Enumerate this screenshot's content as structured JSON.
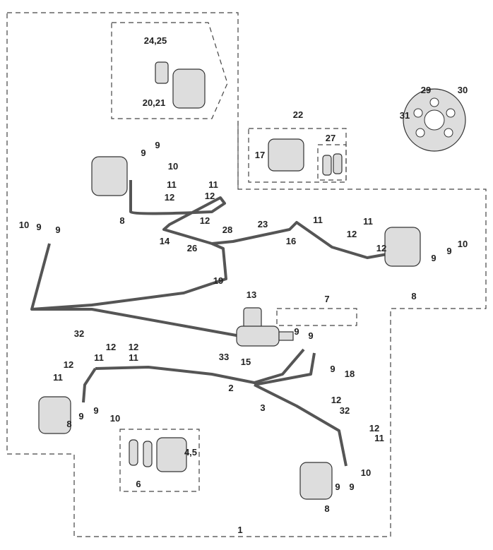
{
  "diagram": {
    "type": "exploded parts diagram - brake system",
    "labels": [
      "24,25",
      "20,21",
      "22",
      "29",
      "30",
      "31",
      "17",
      "27",
      "9",
      "9",
      "10",
      "11",
      "12",
      "11",
      "12",
      "8",
      "12",
      "28",
      "23",
      "14",
      "26",
      "16",
      "19",
      "10",
      "9",
      "9",
      "11",
      "12",
      "11",
      "12",
      "9",
      "9",
      "10",
      "8",
      "13",
      "7",
      "9",
      "9",
      "32",
      "12",
      "12",
      "11",
      "11",
      "12",
      "11",
      "33",
      "15",
      "9",
      "18",
      "2",
      "3",
      "9",
      "9",
      "10",
      "8",
      "12",
      "32",
      "12",
      "11",
      "4,5",
      "6",
      "9",
      "9",
      "10",
      "8",
      "1"
    ]
  }
}
